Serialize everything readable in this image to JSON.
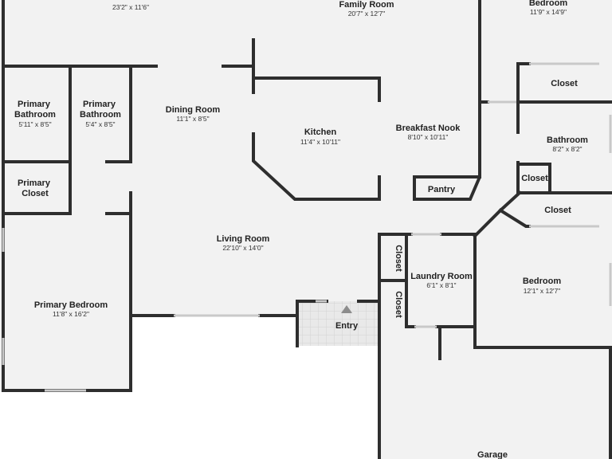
{
  "rooms": {
    "great_room": {
      "name": "",
      "dim": "23'2\" x 11'6\""
    },
    "family_room": {
      "name": "Family Room",
      "dim": "20'7\" x 12'7\""
    },
    "bedroom_top": {
      "name": "Bedroom",
      "dim": "11'9\" x 14'9\""
    },
    "closet_top": {
      "name": "Closet"
    },
    "primary_bath_1": {
      "name": "Primary Bathroom",
      "dim": "5'11\" x 8'5\""
    },
    "primary_bath_2": {
      "name": "Primary Bathroom",
      "dim": "5'4\" x 8'5\""
    },
    "dining_room": {
      "name": "Dining Room",
      "dim": "11'1\" x 8'5\""
    },
    "kitchen": {
      "name": "Kitchen",
      "dim": "11'4\" x 10'11\""
    },
    "breakfast_nook": {
      "name": "Breakfast Nook",
      "dim": "8'10\" x 10'11\""
    },
    "bathroom": {
      "name": "Bathroom",
      "dim": "8'2\" x 8'2\""
    },
    "closet_small": {
      "name": "Closet"
    },
    "pantry": {
      "name": "Pantry"
    },
    "primary_closet": {
      "name": "Primary Closet"
    },
    "closet_hall": {
      "name": "Closet"
    },
    "living_room": {
      "name": "Living Room",
      "dim": "22'10\" x 14'0\""
    },
    "closet_v1": {
      "name": "Closet"
    },
    "closet_v2": {
      "name": "Closet"
    },
    "laundry_room": {
      "name": "Laundry Room",
      "dim": "6'1\" x 8'1\""
    },
    "bedroom_right": {
      "name": "Bedroom",
      "dim": "12'1\" x 12'7\""
    },
    "primary_bedroom": {
      "name": "Primary Bedroom",
      "dim": "11'8\" x 16'2\""
    },
    "entry": {
      "name": "Entry"
    },
    "garage": {
      "name": "Garage"
    }
  },
  "colors": {
    "floor": "#f2f2f2",
    "wall": "#2e2e2e",
    "window": "#c9c9c9",
    "entry_tile": "#e6e6e6"
  }
}
